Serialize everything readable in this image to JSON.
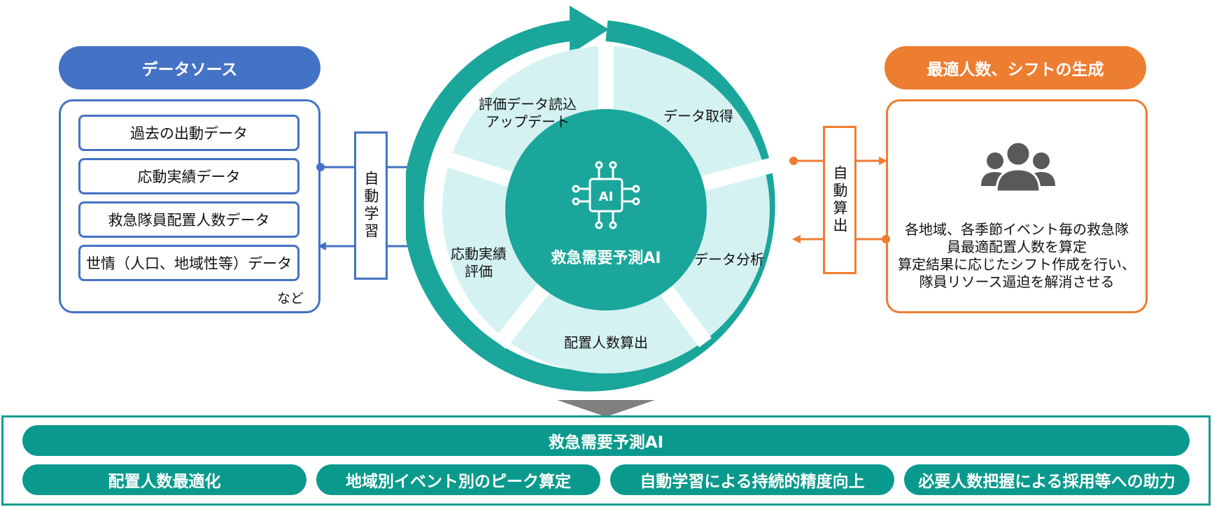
{
  "left": {
    "header": "データソース",
    "items": [
      "過去の出動データ",
      "応動実績データ",
      "救急隊員配置人数データ",
      "世情（人口、地域性等）データ"
    ],
    "note": "など",
    "connector_label": "自動学習"
  },
  "cycle": {
    "center_label": "救急需要予測AI",
    "icon_label": "AI",
    "segments": {
      "top_left_line1": "評価データ読込",
      "top_left_line2": "アップデート",
      "top_right": "データ取得",
      "right": "データ分析",
      "bottom": "配置人数算出",
      "left_line1": "応動実績",
      "left_line2": "評価"
    }
  },
  "right": {
    "header": "最適人数、シフトの生成",
    "connector_label": "自動算出",
    "desc_lines": [
      "各地域、各季節イベント毎の救急隊",
      "員最適配置人数を算定",
      "算定結果に応じたシフト作成を行い、",
      "隊員リソース逼迫を解消させる"
    ]
  },
  "bottom": {
    "title": "救急需要予測AI",
    "features": [
      "配置人数最適化",
      "地域別イベント別のピーク算定",
      "自動学習による持続的精度向上",
      "必要人数把握による採用等への助力"
    ]
  },
  "colors": {
    "blue": "#4472c4",
    "orange": "#ed7d31",
    "teal": "#1aa69b",
    "teal_light": "#d4f2f1",
    "teal_dark": "#0a9a8d",
    "arrow_gray": "#7f7f7f"
  }
}
